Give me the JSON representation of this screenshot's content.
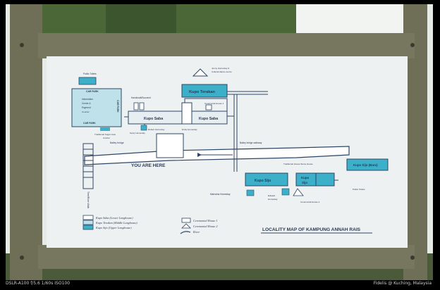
{
  "sign": {
    "title": "LOCALITY MAP OF KAMPUNG ANNAH RAIS",
    "you_are_here": "YOU ARE HERE",
    "labels": {
      "public_toilets": "Public Toilets",
      "car_park_top": "CAR PARK",
      "car_park_right": "CAR PARK",
      "car_park_bottom": "CAR PARK",
      "info_line1": "Information",
      "info_line2": "Centre &",
      "info_line3": "Payment",
      "info_line4": "Counter",
      "handicraft": "Handicraft/Souvenir",
      "jenny_line1": "Jenny Homestay &",
      "jenny_line2": "Cultural dance centre",
      "kupo_terakan": "Kupo Terakan",
      "kupo_saba_1": "Kupo Saba",
      "kupo_saba_2": "Kupo Saba",
      "ceremonial_1": "Ceremonial House 1",
      "robert": "Robert Homestay",
      "kenly": "Kenly Homestay",
      "emily": "Emily Homestay",
      "traditional_line1": "Traditional Sugar cane",
      "traditional_line2": "crusher",
      "bailey": "Bailey bridge",
      "bailey_walkway": "Bailey bridge walkway",
      "sidewalk": "Tree/River Walk",
      "kupo_sijo_baru": "Kupo Sijo (Baru)",
      "traditional_house": "Traditional House Stone House",
      "kupo_sijo_1": "Kupo Sijo",
      "kupo_sijo_2a": "Kupo",
      "kupo_sijo_2b": "Sijo",
      "public_toilets_2": "Public Toilets",
      "marhaina": "Marhaina Homestay",
      "edward_line1": "Edward",
      "edward_line2": "Homestay",
      "ceremonial_2": "Ceremonial House 2"
    },
    "legend": {
      "saba": "Kupo Saba (Lower Longhouse)",
      "terakan": "Kupo Terakan (Middle Longhouse)",
      "sijo": "Kupo Sijo (Upper Longhouse)",
      "ceremonial_1": "Ceremonial House 1",
      "ceremonial_2": "Ceremonial House 2",
      "river": "River"
    }
  },
  "caption": {
    "left": "DSLR-A100 f/5.6 1/60s ISO100",
    "right": "Fidelis @ Kuching, Malaysia"
  },
  "colors": {
    "board": "#eef1f2",
    "ink": "#2e4666",
    "longhouse": "#3cb0c8",
    "wood": "#6b6a52",
    "foliage": "#4f6b3a"
  }
}
